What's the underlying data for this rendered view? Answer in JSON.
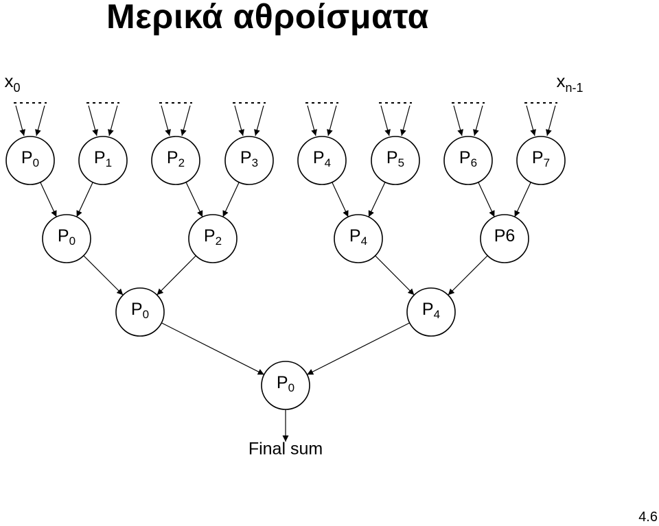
{
  "title": "Μερικά αθροίσματα",
  "input_labels": {
    "first": {
      "base": "x",
      "sub": "0"
    },
    "last": {
      "base": "x",
      "sub": "n-1"
    }
  },
  "levels": [
    {
      "name": "leaves",
      "nodes": [
        {
          "base": "P",
          "sub": "0"
        },
        {
          "base": "P",
          "sub": "1"
        },
        {
          "base": "P",
          "sub": "2"
        },
        {
          "base": "P",
          "sub": "3"
        },
        {
          "base": "P",
          "sub": "4"
        },
        {
          "base": "P",
          "sub": "5"
        },
        {
          "base": "P",
          "sub": "6"
        },
        {
          "base": "P",
          "sub": "7"
        }
      ]
    },
    {
      "name": "level-2",
      "nodes": [
        {
          "base": "P",
          "sub": "0"
        },
        {
          "base": "P",
          "sub": "2"
        },
        {
          "base": "P",
          "sub": "4"
        },
        {
          "base": "P6",
          "sub": ""
        }
      ]
    },
    {
      "name": "level-3",
      "nodes": [
        {
          "base": "P",
          "sub": "0"
        },
        {
          "base": "P",
          "sub": "4"
        }
      ]
    },
    {
      "name": "root",
      "nodes": [
        {
          "base": "P",
          "sub": "0"
        }
      ]
    }
  ],
  "output_label": "Final sum",
  "page_number": "4.6",
  "colors": {
    "stroke": "#000000",
    "background": "#ffffff"
  }
}
